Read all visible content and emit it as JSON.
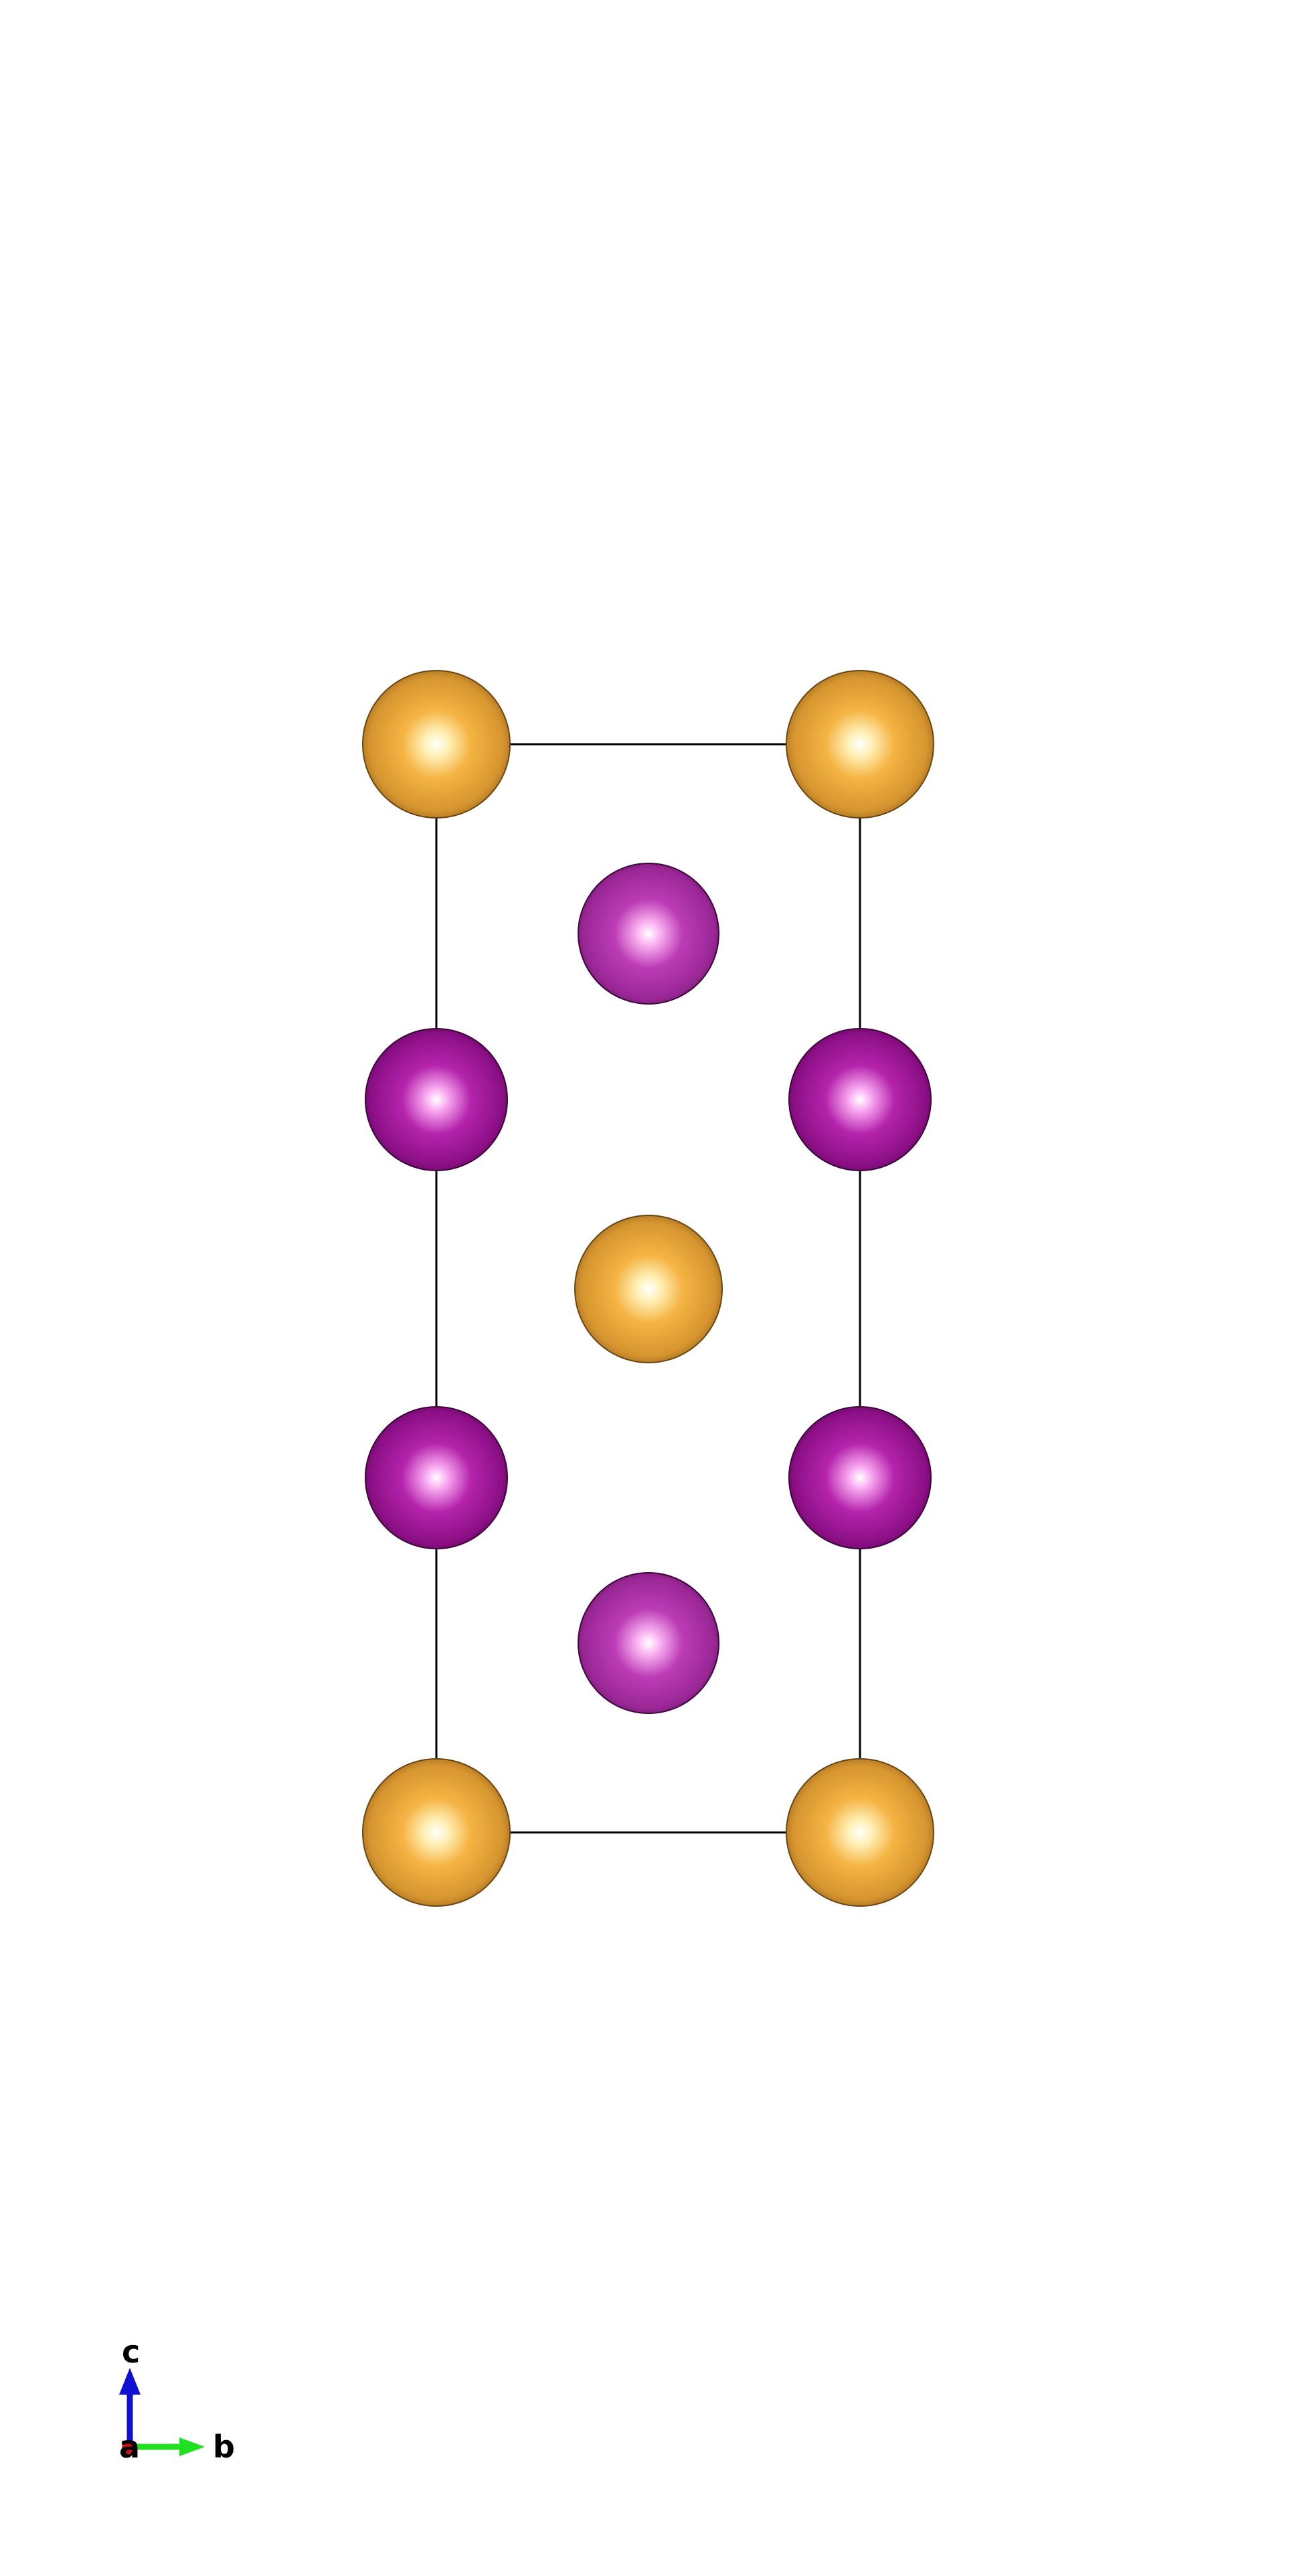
{
  "structure": {
    "colors": {
      "background": "#ffffff",
      "cell_edge": "#000000",
      "gold_atom": "#e8a33a",
      "magenta_atom": "#a0189a",
      "axis_c": "#1010d0",
      "axis_b": "#20e020",
      "axis_a": "#d01010"
    },
    "atom_species": [
      "gold",
      "magenta"
    ]
  },
  "axes": {
    "a_label": "a",
    "b_label": "b",
    "c_label": "c"
  }
}
